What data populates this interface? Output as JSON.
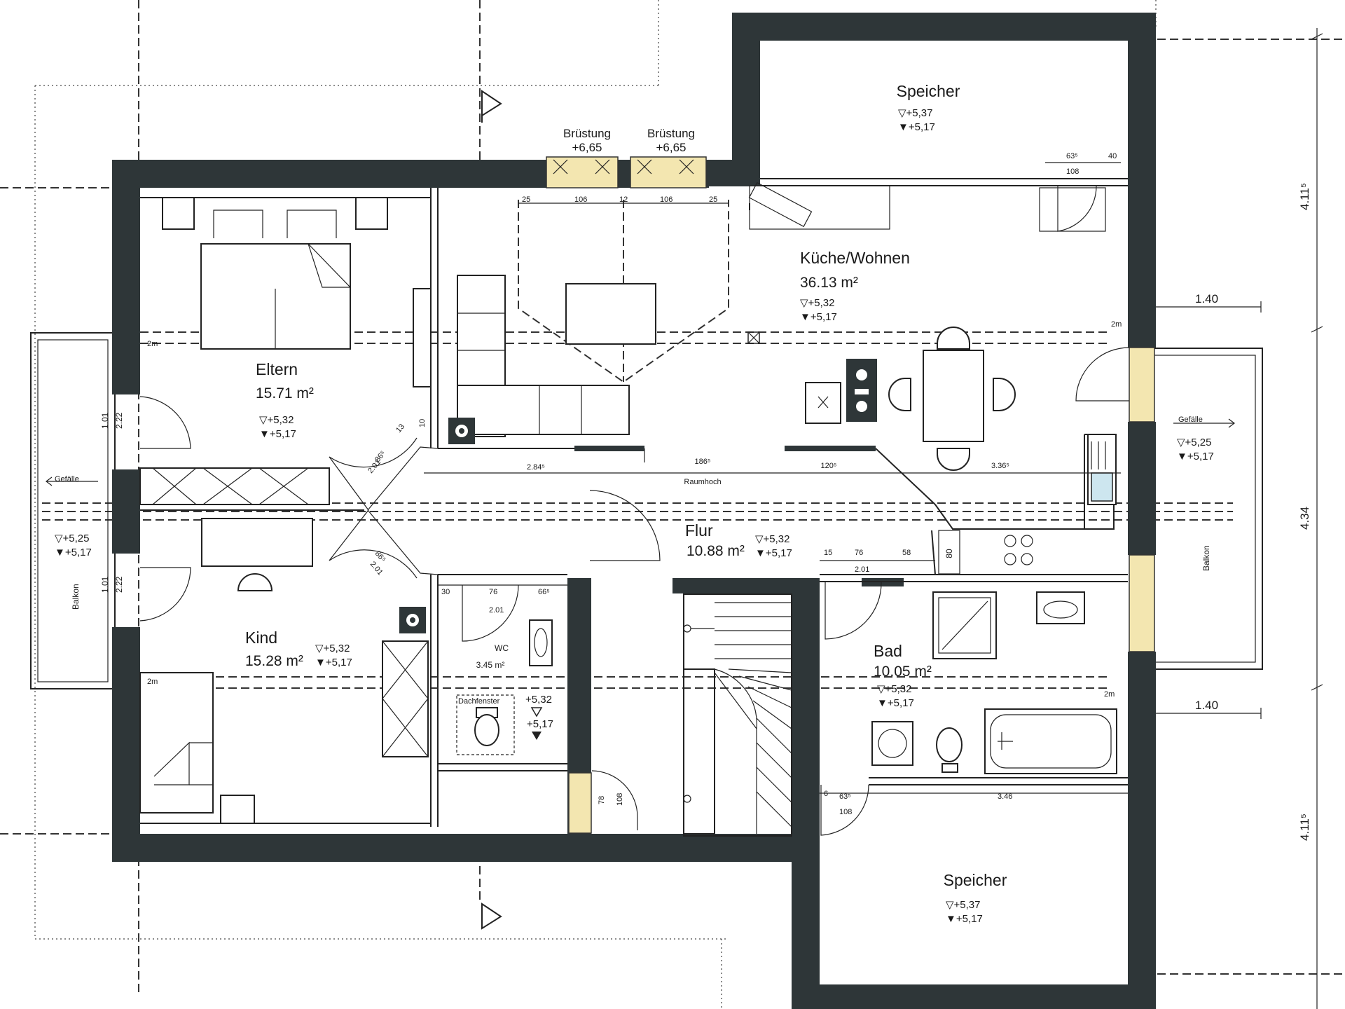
{
  "rooms": {
    "speicher_top": {
      "name": "Speicher",
      "lvl_top": "▽+5,37",
      "lvl_bot": "▼+5,17"
    },
    "kueche": {
      "name": "Küche/Wohnen",
      "area": "36.13 m²",
      "lvl_top": "▽+5,32",
      "lvl_bot": "▼+5,17"
    },
    "eltern": {
      "name": "Eltern",
      "area": "15.71 m²",
      "lvl_top": "▽+5,32",
      "lvl_bot": "▼+5,17"
    },
    "kind": {
      "name": "Kind",
      "area": "15.28 m²",
      "lvl_top": "▽+5,32",
      "lvl_bot": "▼+5,17"
    },
    "flur": {
      "name": "Flur",
      "area": "10.88 m²",
      "lvl_top": "▽+5,32",
      "lvl_bot": "▼+5,17"
    },
    "wc": {
      "name": "WC",
      "area": "3.45 m²",
      "lvl_top": "+5,32",
      "lvl_bot": "+5,17",
      "window": "Dachfenster"
    },
    "bad": {
      "name": "Bad",
      "area": "10.05 m²",
      "lvl_top": "▽+5,32",
      "lvl_bot": "▼+5,17"
    },
    "speicher_bot": {
      "name": "Speicher",
      "lvl_top": "▽+5,37",
      "lvl_bot": "▼+5,17"
    },
    "balkon_left": {
      "name": "Balkon",
      "lvl_top": "▽+5,25",
      "lvl_bot": "▼+5,17",
      "slope": "Gefälle"
    },
    "balkon_right": {
      "name": "Balkon",
      "lvl_top": "▽+5,25",
      "lvl_bot": "▼+5,17",
      "slope": "Gefälle"
    }
  },
  "labels": {
    "bruestung": "Brüstung",
    "bruestung_lvl": "+6,65",
    "raumhoch": "Raumhoch",
    "two_m": "2m"
  },
  "dims": {
    "d25": "25",
    "d106": "106",
    "d12": "12",
    "d63": "63⁵",
    "d40": "40",
    "d108": "108",
    "d284": "2.84⁵",
    "d186": "186⁵",
    "d120": "120⁵",
    "d336": "3.36⁵",
    "d86": "86⁵",
    "d201": "2.01",
    "d13": "13",
    "d10": "10",
    "d30": "30",
    "d76": "76",
    "d66": "66⁵",
    "d58": "58",
    "d80": "80",
    "d15": "15",
    "d101": "1.01",
    "d222": "2.22",
    "d78": "78",
    "d346": "3.46",
    "d6": "6",
    "d140": "1.40",
    "d411": "4.11⁵",
    "d434": "4.34"
  }
}
